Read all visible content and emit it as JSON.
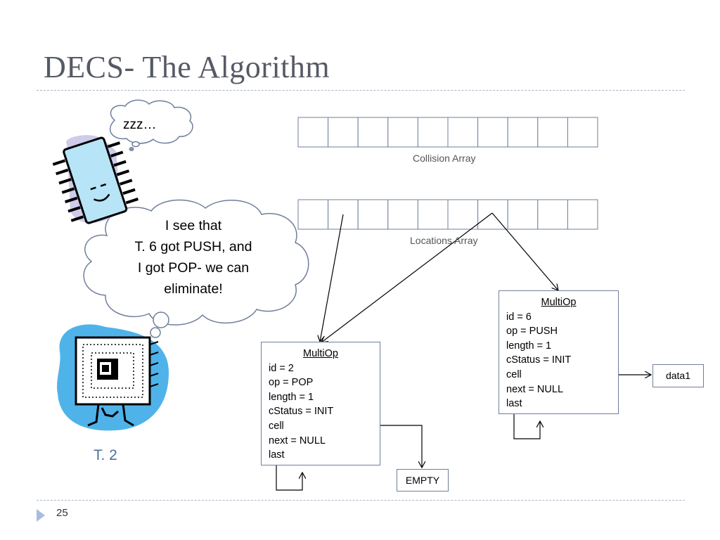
{
  "slide": {
    "title": "DECS- The Algorithm",
    "page_number": "25"
  },
  "arrays": {
    "collision_label": "Collision Array",
    "locations_label": "Locations Array",
    "cell_count": 10
  },
  "thoughts": {
    "sleepy": "zzz…",
    "speech_lines": [
      "I see that",
      "T. 6 got PUSH, and",
      "I got POP- we can",
      "eliminate!"
    ]
  },
  "characters": {
    "thread_label": "T. 2"
  },
  "multiop_t2": {
    "header": "MultiOp",
    "lines": [
      "id = 2",
      "op = POP",
      "length = 1",
      "cStatus = INIT",
      "cell",
      "next = NULL",
      "last"
    ]
  },
  "multiop_t6": {
    "header": "MultiOp",
    "lines": [
      "id = 6",
      "op = PUSH",
      "length = 1",
      "cStatus = INIT",
      "cell",
      "next = NULL",
      "last"
    ]
  },
  "targets": {
    "empty": "EMPTY",
    "data": "data1"
  }
}
